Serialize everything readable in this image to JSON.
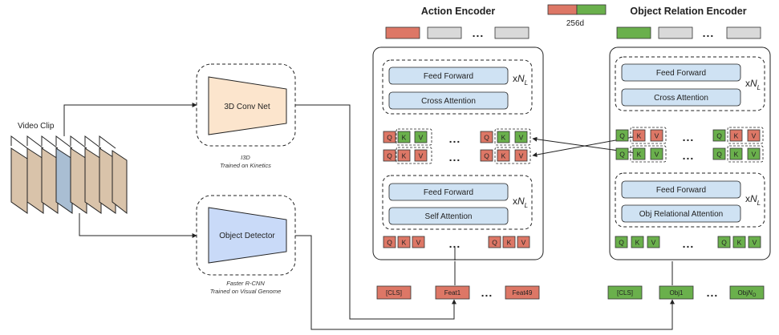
{
  "colors": {
    "action": "#dd7766",
    "object": "#6ab04c",
    "gray": "#d9d9d9",
    "block": "#cfe2f3",
    "conv": "#fce5cd",
    "detector": "#c9daf8",
    "frame": "#d9c3aa",
    "frame_highlight": "#a9bed3"
  },
  "top": {
    "action_title": "Action Encoder",
    "object_title": "Object Relation Encoder",
    "dim_label": "256d",
    "dots": "..."
  },
  "input": {
    "video_clip": "Video Clip"
  },
  "backbones": {
    "conv_net": "3D Conv Net",
    "conv_caption_1": "I3D",
    "conv_caption_2": "Trained on Kinetics",
    "detector": "Object Detector",
    "detector_caption_1": "Faster R-CNN",
    "detector_caption_2": "Trained on Visual Genome"
  },
  "action_encoder": {
    "upper_block": {
      "top": "Feed Forward",
      "bottom": "Cross Attention",
      "repeat": "x",
      "repeat_var": "N",
      "repeat_sub": "L"
    },
    "lower_block": {
      "top": "Feed Forward",
      "bottom": "Self Attention",
      "repeat": "x",
      "repeat_var": "N",
      "repeat_sub": "L"
    },
    "tokens": [
      "[CLS]",
      "Feat1",
      "Feat49"
    ]
  },
  "object_encoder": {
    "upper_block": {
      "top": "Feed Forward",
      "bottom": "Cross Attention",
      "repeat": "x",
      "repeat_var": "N",
      "repeat_sub": "L"
    },
    "lower_block": {
      "top": "Feed Forward",
      "bottom": "Obj Relational Attention",
      "repeat": "x",
      "repeat_var": "N",
      "repeat_sub": "L"
    },
    "tokens": [
      "[CLS]",
      "Obj1",
      "Obj"
    ],
    "last_token_var": "N",
    "last_token_sub": "O"
  },
  "qkv": {
    "q": "Q",
    "k": "K",
    "v": "V"
  }
}
